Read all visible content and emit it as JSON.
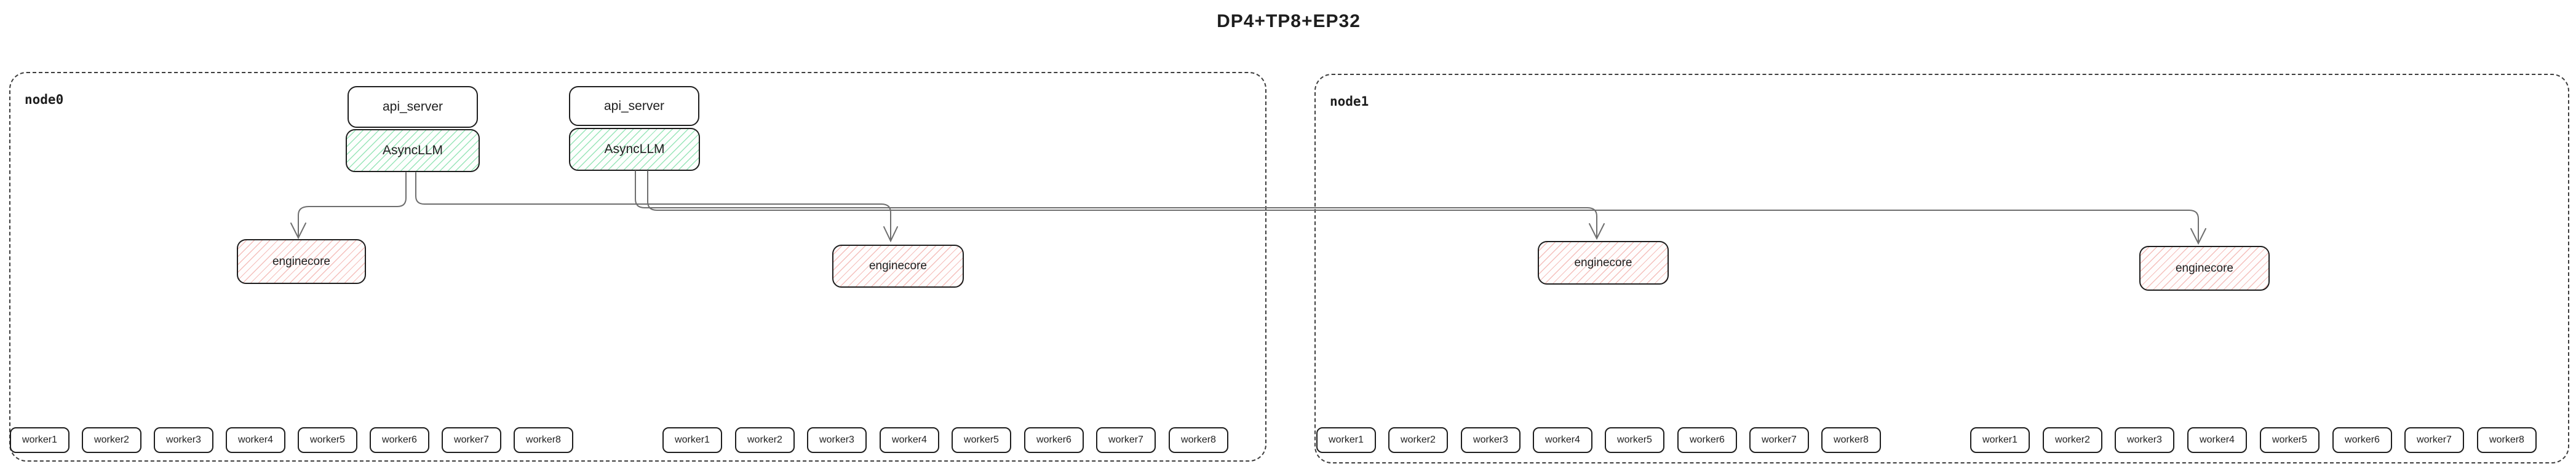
{
  "title": "DP4+TP8+EP32",
  "colors": {
    "shape_border": "#1e1e1e",
    "node_dash_border": "#3d3d3d",
    "green_hatch": "#6eda9c",
    "red_hatch": "#ee9691",
    "connector": "#6e6e6e",
    "background": "#ffffff"
  },
  "nodes": [
    {
      "label": "node0",
      "api_pairs": [
        {
          "api_server": "api_server",
          "asyncllm": "AsyncLLM"
        },
        {
          "api_server": "api_server",
          "asyncllm": "AsyncLLM"
        }
      ],
      "enginecores": [
        "enginecore",
        "enginecore"
      ],
      "worker_groups": [
        [
          "worker1",
          "worker2",
          "worker3",
          "worker4",
          "worker5",
          "worker6",
          "worker7",
          "worker8"
        ],
        [
          "worker1",
          "worker2",
          "worker3",
          "worker4",
          "worker5",
          "worker6",
          "worker7",
          "worker8"
        ]
      ]
    },
    {
      "label": "node1",
      "api_pairs": [],
      "enginecores": [
        "enginecore",
        "enginecore"
      ],
      "worker_groups": [
        [
          "worker1",
          "worker2",
          "worker3",
          "worker4",
          "worker5",
          "worker6",
          "worker7",
          "worker8"
        ],
        [
          "worker1",
          "worker2",
          "worker3",
          "worker4",
          "worker5",
          "worker6",
          "worker7",
          "worker8"
        ]
      ]
    }
  ]
}
